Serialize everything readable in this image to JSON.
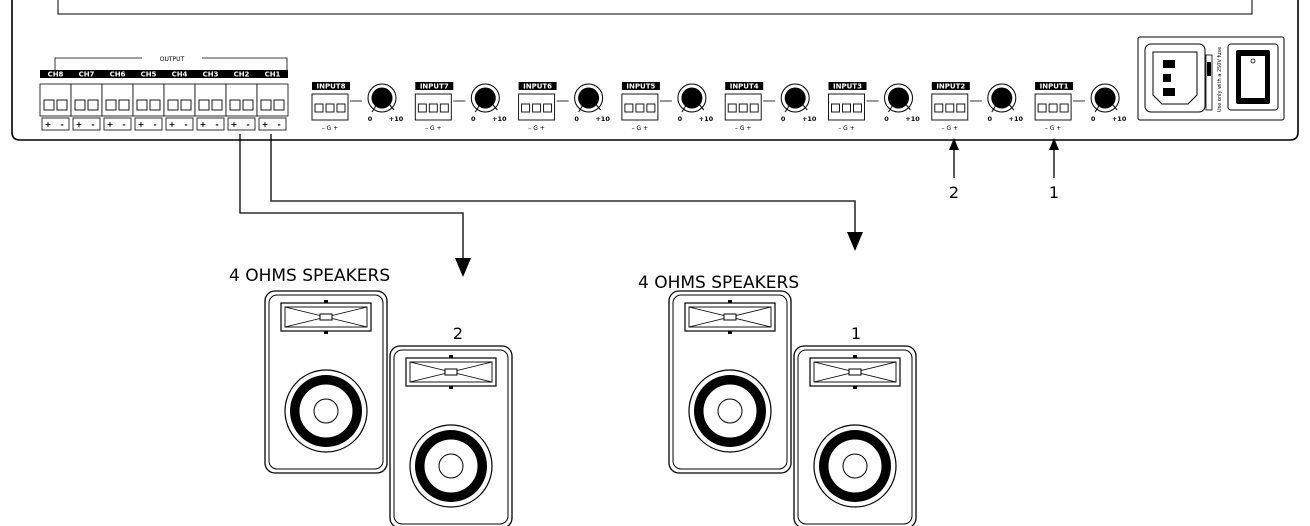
{
  "panel": {
    "output_label": "OUTPUT",
    "channels": [
      "CH8",
      "CH7",
      "CH6",
      "CH5",
      "CH4",
      "CH3",
      "CH2",
      "CH1"
    ],
    "terminal_plus": "+",
    "terminal_minus": "-",
    "inputs": [
      {
        "label": "INPUT8"
      },
      {
        "label": "INPUT7"
      },
      {
        "label": "INPUT6"
      },
      {
        "label": "INPUT5"
      },
      {
        "label": "INPUT4"
      },
      {
        "label": "INPUT3"
      },
      {
        "label": "INPUT2"
      },
      {
        "label": "INPUT1"
      }
    ],
    "input_pins": "–  G  +",
    "knob_min": "0",
    "knob_max": "+10",
    "fuse_text": "Use only with a 250V fuse"
  },
  "callouts": {
    "input2_marker": "2",
    "input1_marker": "1"
  },
  "speakers": {
    "group_left_label": "4 OHMS SPEAKERS",
    "group_right_label": "4 OHMS SPEAKERS",
    "left_number": "2",
    "right_number": "1"
  }
}
